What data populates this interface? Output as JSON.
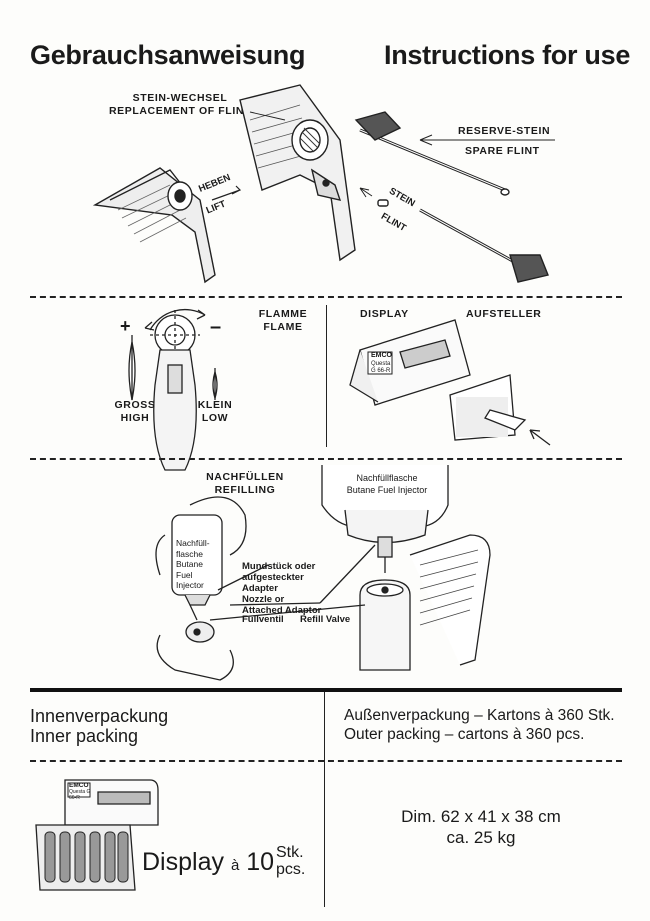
{
  "header": {
    "title_de": "Gebrauchsanweisung",
    "title_en": "Instructions for use"
  },
  "flint": {
    "replacement_de": "STEIN-WECHSEL",
    "replacement_en": "REPLACEMENT OF FLINT",
    "lift_de": "HEBEN",
    "lift_en": "LIFT",
    "spare_de": "RESERVE-STEIN",
    "spare_en": "SPARE FLINT",
    "stone_de": "STEIN",
    "stone_en": "FLINT"
  },
  "flame": {
    "title_de": "FLAMME",
    "title_en": "FLAME",
    "plus": "+",
    "minus": "–",
    "big_de": "GROSS",
    "big_en": "HIGH",
    "small_de": "KLEIN",
    "small_en": "LOW"
  },
  "display": {
    "title_en": "DISPLAY",
    "title_de": "AUFSTELLER",
    "card_brand": "EMCO",
    "card_model": "Questa G 66-R"
  },
  "refill": {
    "title_de": "NACHFÜLLEN",
    "title_en": "REFILLING",
    "bottle_de": "Nachfüllflasche",
    "bottle_en": "Butane Fuel Injector",
    "can_de_1": "Nachfüll-",
    "can_de_2": "flasche",
    "can_en_1": "Butane",
    "can_en_2": "Fuel",
    "can_en_3": "Injector",
    "nozzle_de_1": "Mundstück oder",
    "nozzle_de_2": "aufgesteckter",
    "nozzle_de_3": "Adapter",
    "nozzle_en_1": "Nozzle or",
    "nozzle_en_2": "Attached Adaptor",
    "valve_de": "Füllventil",
    "valve_en": "Refill Valve"
  },
  "packing": {
    "inner_de": "Innenverpackung",
    "inner_en": "Inner packing",
    "outer_de": "Außenverpackung – Kartons à 360 Stk.",
    "outer_en": "Outer packing – cartons à 360 pcs.",
    "display_word": "Display",
    "display_a": "à",
    "display_num": "10",
    "display_stk": "Stk.",
    "display_pcs": "pcs.",
    "box_brand": "EMCO",
    "box_model": "Questa G 66-R",
    "dim": "Dim. 62 x 41 x 38 cm",
    "weight": "ca. 25 kg"
  }
}
